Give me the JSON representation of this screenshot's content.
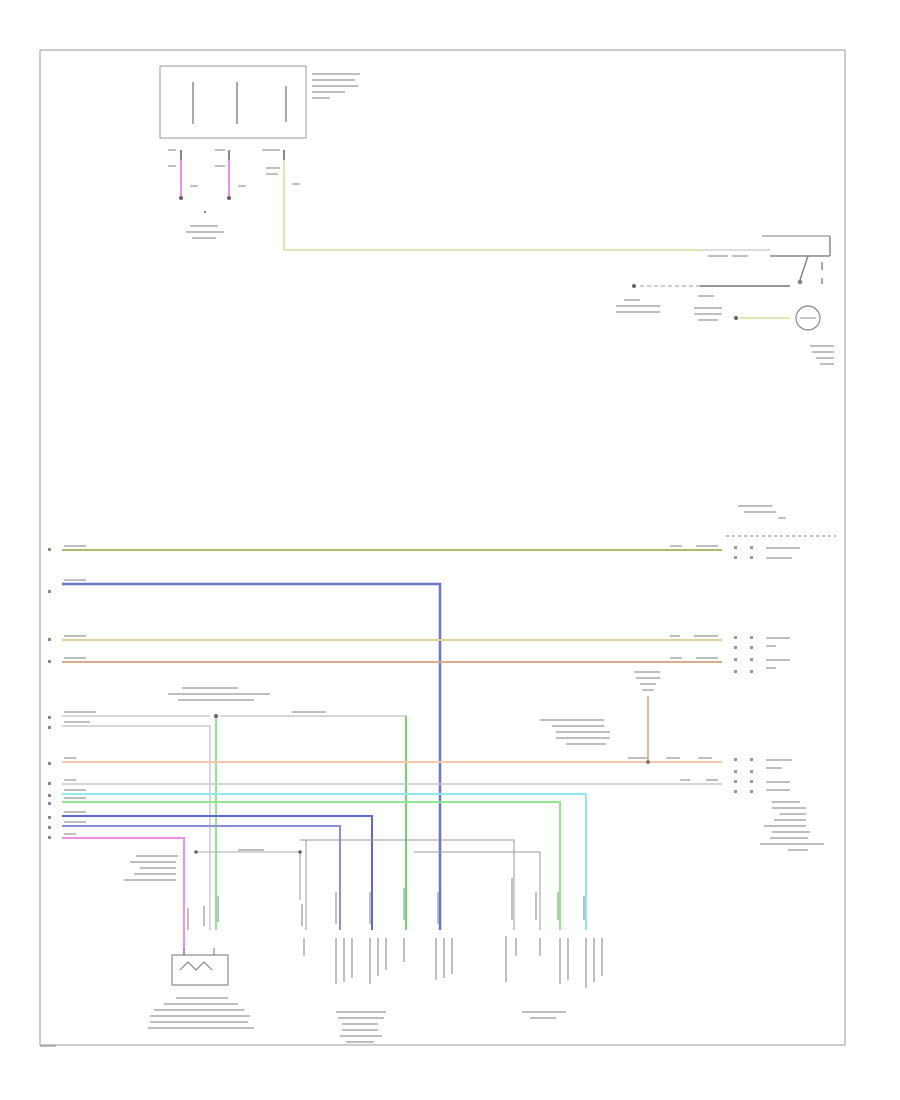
{
  "diagram": {
    "footer_code": "",
    "wire_colors": {
      "yellow_green": "#b5b76a",
      "blue": "#6a74c8",
      "tan": "#e2cfa0",
      "orange_brown": "#d9ab8c",
      "gray": "#b0b0b0",
      "orange": "#f5c8a8",
      "light_gray": "#c8c8c8",
      "cyan": "#8fe8f0",
      "green": "#8ee88e",
      "violet_blue": "#8a8fd8",
      "dark_blue": "#5a6ad0",
      "pink": "#f08ef0",
      "dark_green": "#6cd86c"
    },
    "icons": [
      "ground-symbol",
      "motor-symbol",
      "sensor-symbol",
      "switch-symbol"
    ]
  }
}
